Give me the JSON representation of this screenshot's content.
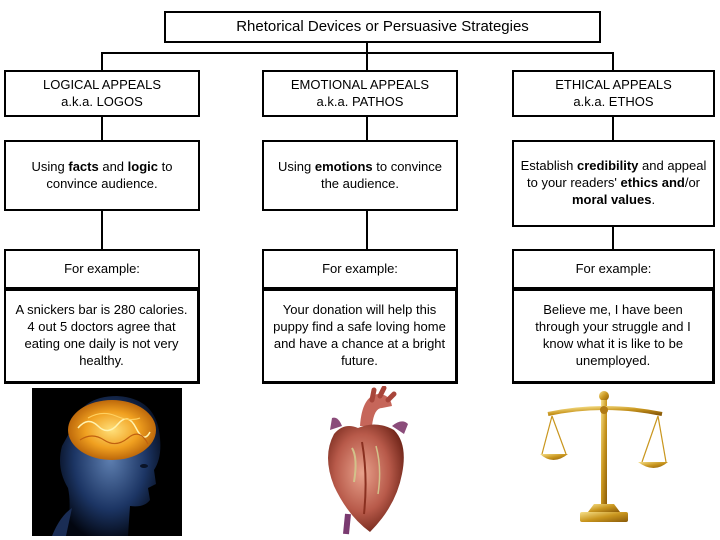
{
  "title": "Rhetorical Devices or Persuasive Strategies",
  "columns": [
    {
      "heading_line1": "LOGICAL APPEALS",
      "heading_line2": "a.k.a. LOGOS",
      "definition": {
        "p1": "Using ",
        "b1": "facts",
        "p2": " and ",
        "b2": "logic",
        "p3": " to convince audience."
      },
      "example_label": "For example:",
      "example_text": "A snickers bar is 280 calories. 4 out 5 doctors agree that eating one daily is not very healthy.",
      "image": "glowing-brain-head"
    },
    {
      "heading_line1": "EMOTIONAL APPEALS",
      "heading_line2": "a.k.a. PATHOS",
      "definition": {
        "p1": "Using ",
        "b1": "emotions",
        "p2": " to convince the audience."
      },
      "example_label": "For example:",
      "example_text": "Your donation will help this puppy find a safe loving home and have a chance at a bright future.",
      "image": "anatomical-heart"
    },
    {
      "heading_line1": "ETHICAL APPEALS",
      "heading_line2": "a.k.a. ETHOS",
      "definition": {
        "p1": "Establish ",
        "b1": "credibility",
        "p2": " and appeal to your readers' ",
        "b2": "ethics and",
        "p3": "/or ",
        "b3": "moral values",
        "p4": "."
      },
      "example_label": "For example:",
      "example_text": "Believe me, I have been through your struggle and I know what it is like to be unemployed.",
      "image": "scales-of-justice"
    }
  ]
}
